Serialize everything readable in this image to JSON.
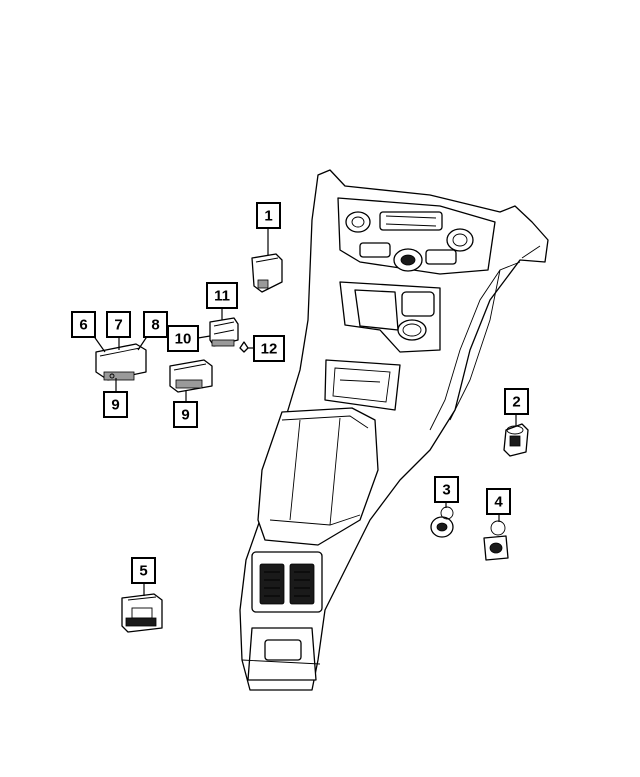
{
  "callouts": [
    {
      "id": "c1",
      "label": "1"
    },
    {
      "id": "c2",
      "label": "2"
    },
    {
      "id": "c3",
      "label": "3"
    },
    {
      "id": "c4",
      "label": "4"
    },
    {
      "id": "c5",
      "label": "5"
    },
    {
      "id": "c6",
      "label": "6"
    },
    {
      "id": "c7",
      "label": "7"
    },
    {
      "id": "c8",
      "label": "8"
    },
    {
      "id": "c9a",
      "label": "9"
    },
    {
      "id": "c9b",
      "label": "9"
    },
    {
      "id": "c10",
      "label": "10"
    },
    {
      "id": "c11",
      "label": "11"
    },
    {
      "id": "c12",
      "label": "12"
    }
  ]
}
